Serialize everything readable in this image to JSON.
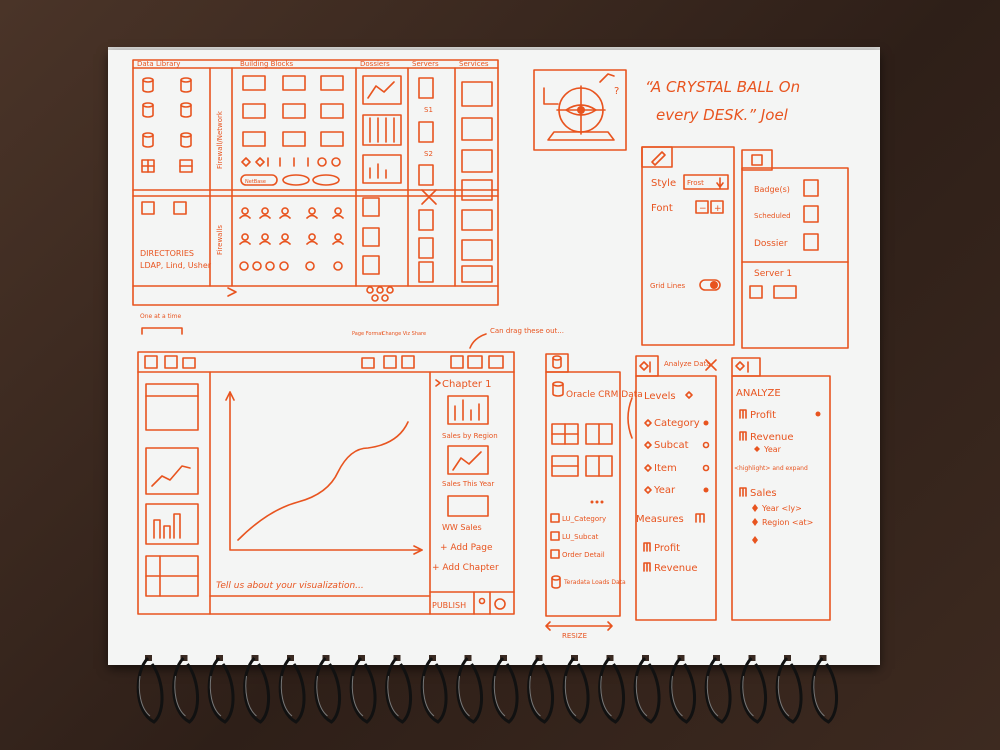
{
  "wireframe_top": {
    "data_library_label": "Data Library",
    "building_blocks_label": "Building Blocks",
    "dossiers_label": "Dossiers",
    "servers_label": "Servers",
    "services_label": "Services",
    "firewall_network_label": "Firewall/Network",
    "firewalls_label": "Firewalls",
    "server_s1": "S1",
    "server_s2": "S2",
    "netbase_badge": "NetBase",
    "directories_line1": "DIRECTORIES",
    "directories_line2": "LDAP, Lind, Usher"
  },
  "quote": {
    "line1": "“A CRYSTAL BALL On",
    "line2": "every DESK.” Joel"
  },
  "style_panel": {
    "style_label": "Style",
    "style_value": "Frost",
    "font_label": "Font",
    "font_minus": "−",
    "font_plus": "+",
    "grid_lines_label": "Grid Lines"
  },
  "badge_panel": {
    "badges_label": "Badge(s)",
    "scheduled_label": "Scheduled",
    "dossier_label": "Dossier",
    "server_label": "Server 1"
  },
  "annotations": {
    "one_at_a_time": "One at a time",
    "page_format": "Page Format",
    "change_viz_share": "Change Viz Share",
    "can_drag_these_out": "Can drag these out..."
  },
  "editor": {
    "chapter_label": "Chapter 1",
    "sales_by_region": "Sales by Region",
    "sales_this_year": "Sales This Year",
    "ww_sales": "WW Sales",
    "add_page": "+ Add Page",
    "add_chapter": "+ Add Chapter",
    "caption_placeholder": "Tell us about your visualization...",
    "publish_label": "PUBLISH"
  },
  "data_panel": {
    "source_name": "Oracle CRM Data",
    "table_category": "LU_Category",
    "table_subcat": "LU_Subcat",
    "table_order": "Order Detail",
    "teradata": "Teradata Loads Data",
    "resize_label": "RESIZE"
  },
  "analyze_panel": {
    "header": "Analyze Data",
    "levels": "Levels",
    "category": "Category",
    "subcat": "Subcat",
    "item": "Item",
    "year": "Year",
    "measures": "Measures",
    "profit": "Profit",
    "revenue": "Revenue"
  },
  "analyze_panel2": {
    "header": "ANALYZE",
    "profit": "Profit",
    "revenue": "Revenue",
    "year": "Year",
    "note": "<highlight> and expand",
    "sales": "Sales",
    "year_ly": "Year <ly>",
    "region": "Region <at>"
  }
}
